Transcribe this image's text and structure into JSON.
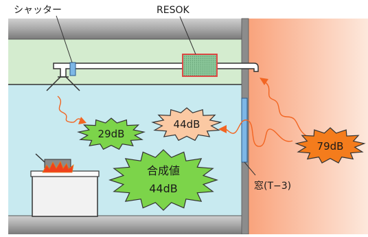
{
  "labels": {
    "shutter": "シャッター",
    "resok": "RESOK",
    "window": "窓(T−3)"
  },
  "levels": {
    "outdoor": "79dB",
    "via_window": "44dB",
    "via_duct": "29dB",
    "combined_title": "合成値",
    "combined_value": "44dB"
  },
  "colors": {
    "outdoor_gradient_start": "#f9a37c",
    "outdoor_gradient_end": "#fde8dc",
    "room": "#c8eaf0",
    "ceiling": "#d4eccf",
    "wall": "#8c8c8c",
    "green_burst": "#7cd44a",
    "peach_burst": "#fbc9a3",
    "orange_burst": "#f47c1c",
    "sound_path": "#f26522",
    "resok_fill": "#8bc79a",
    "resok_border": "#e23a3a",
    "fire": "#f0421c"
  }
}
